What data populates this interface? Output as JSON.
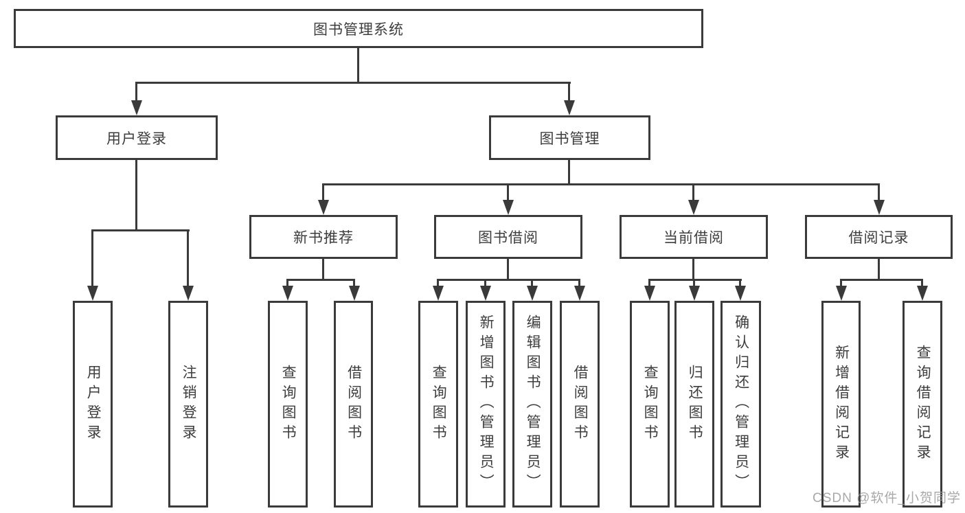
{
  "diagram": {
    "type": "hierarchy-tree",
    "tree": {
      "label": "图书管理系统",
      "children": [
        {
          "label": "用户登录",
          "children": [
            {
              "label": "用户登录"
            },
            {
              "label": "注销登录"
            }
          ]
        },
        {
          "label": "图书管理",
          "children": [
            {
              "label": "新书推荐",
              "children": [
                {
                  "label": "查询图书"
                },
                {
                  "label": "借阅图书"
                }
              ]
            },
            {
              "label": "图书借阅",
              "children": [
                {
                  "label": "查询图书"
                },
                {
                  "label": "新增图书（管理员）"
                },
                {
                  "label": "编辑图书（管理员）"
                },
                {
                  "label": "借阅图书"
                }
              ]
            },
            {
              "label": "当前借阅",
              "children": [
                {
                  "label": "查询图书"
                },
                {
                  "label": "归还图书"
                },
                {
                  "label": "确认归还（管理员）"
                }
              ]
            },
            {
              "label": "借阅记录",
              "children": [
                {
                  "label": "新增借阅记录"
                },
                {
                  "label": "查询借阅记录"
                }
              ]
            }
          ]
        }
      ]
    }
  },
  "watermark": {
    "text": "CSDN @软件_小贺同学"
  },
  "colors": {
    "line": "#3a3a3a",
    "text": "#3d3d3d",
    "watermark": "#9a9a9a",
    "background": "#ffffff"
  }
}
